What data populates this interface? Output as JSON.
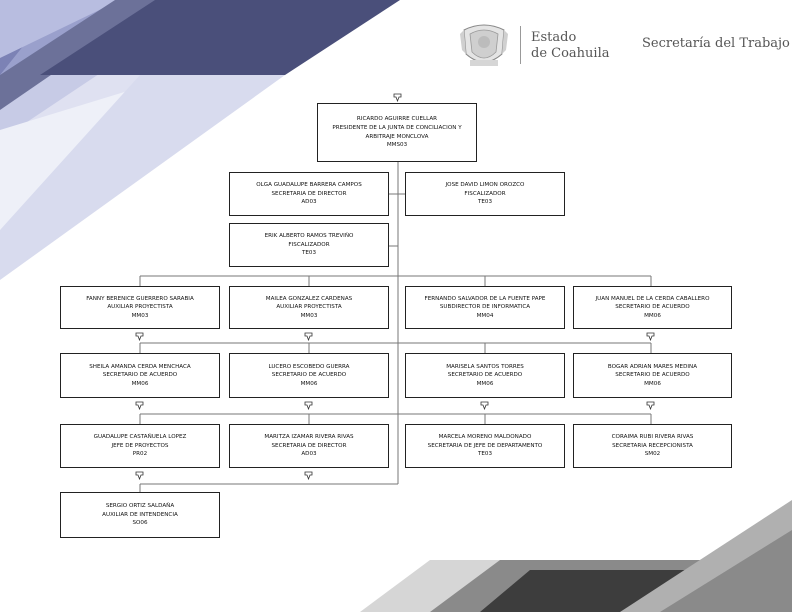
{
  "header": {
    "state_line1": "Estado",
    "state_line2": "de Coahuila",
    "department": "Secretaría del Trabajo"
  },
  "colors": {
    "navy": "#4a4f7a",
    "light_blue": "#c7cbe6",
    "dark_gray": "#3d3d3d",
    "mid_gray": "#8a8a8a"
  },
  "icons": {
    "crest": "coahuila-crest-icon",
    "expand": "expand-arrow-icon"
  },
  "org": {
    "root": {
      "name": "RICARDO AGUIRRE CUELLAR",
      "title": "PRESIDENTE DE LA JUNTA DE CONCILIACION Y ARBITRAJE MONCLOVA",
      "code": "MMS03"
    },
    "staff": [
      {
        "name": "OLGA GUADALUPE BARRERA CAMPOS",
        "title": "SECRETARIA DE DIRECTOR",
        "code": "AD03"
      },
      {
        "name": "JOSE DAVID LIMON OROZCO",
        "title": "FISCALIZADOR",
        "code": "TE03"
      },
      {
        "name": "ERIK ALBERTO RAMOS TREVIÑO",
        "title": "FISCALIZADOR",
        "code": "TE03"
      }
    ],
    "row1": [
      {
        "name": "FANNY BERENICE GUERRERO SARABIA",
        "title": "AUXILIAR PROYECTISTA",
        "code": "MM03"
      },
      {
        "name": "MAILEA GONZALEZ CARDENAS",
        "title": "AUXILIAR PROYECTISTA",
        "code": "MM03"
      },
      {
        "name": "FERNANDO SALVADOR DE LA FUENTE PAPE",
        "title": "SUBDIRECTOR DE INFORMATICA",
        "code": "MM04"
      },
      {
        "name": "JUAN MANUEL DE LA CERDA CABALLERO",
        "title": "SECRETARIO DE ACUERDO",
        "code": "MM06"
      }
    ],
    "row2": [
      {
        "name": "SHEILA AMANDA CERDA MENCHACA",
        "title": "SECRETARIO DE ACUERDO",
        "code": "MM06"
      },
      {
        "name": "LUCERO ESCOBEDO GUERRA",
        "title": "SECRETARIO DE ACUERDO",
        "code": "MM06"
      },
      {
        "name": "MARISELA SANTOS TORRES",
        "title": "SECRETARIO DE ACUERDO",
        "code": "MM06"
      },
      {
        "name": "BOGAR ADRIAN MARES MEDINA",
        "title": "SECRETARIO DE ACUERDO",
        "code": "MM06"
      }
    ],
    "row3": [
      {
        "name": "GUADALUPE CASTAÑUELA LOPEZ",
        "title": "JEFE DE PROYECTOS",
        "code": "PR02"
      },
      {
        "name": "MARITZA IZAMAR RIVERA RIVAS",
        "title": "SECRETARIA DE DIRECTOR",
        "code": "AD03"
      },
      {
        "name": "MARCELA MORENO MALDONADO",
        "title": "SECRETARIA DE JEFE DE DEPARTAMENTO",
        "code": "TE03"
      },
      {
        "name": "CORAIMA RUBI RIVERA RIVAS",
        "title": "SECRETARIA RECEPCIONISTA",
        "code": "SM02"
      }
    ],
    "row4": [
      {
        "name": "SERGIO ORTIZ SALDAÑA",
        "title": "AUXILIAR DE INTENDENCIA",
        "code": "SO06"
      }
    ]
  }
}
